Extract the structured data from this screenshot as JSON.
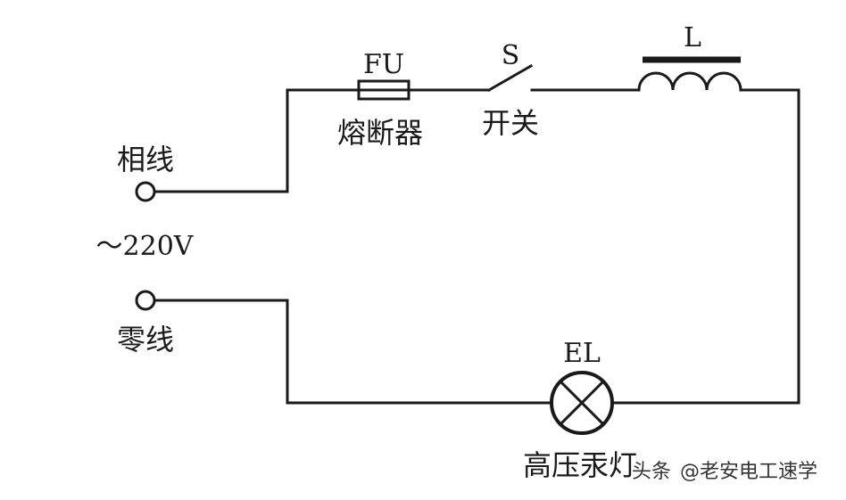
{
  "colors": {
    "line": "#1a1a1a",
    "background": "#ffffff",
    "watermark": "#333333"
  },
  "labels": {
    "live": "相线",
    "voltage": "～220V",
    "neutral": "零线",
    "fuse_code": "FU",
    "fuse_name": "熔断器",
    "switch_code": "S",
    "switch_name": "开关",
    "inductor_code": "L",
    "lamp_code": "EL",
    "lamp_name": "高压汞灯"
  },
  "watermark": {
    "source": "头条",
    "handle": "@老安电工速学"
  },
  "icons": {
    "terminal": "terminal-circle-icon",
    "fuse": "fuse-symbol-icon",
    "switch": "switch-open-icon",
    "inductor": "inductor-coil-icon",
    "lamp": "lamp-cross-circle-icon"
  }
}
